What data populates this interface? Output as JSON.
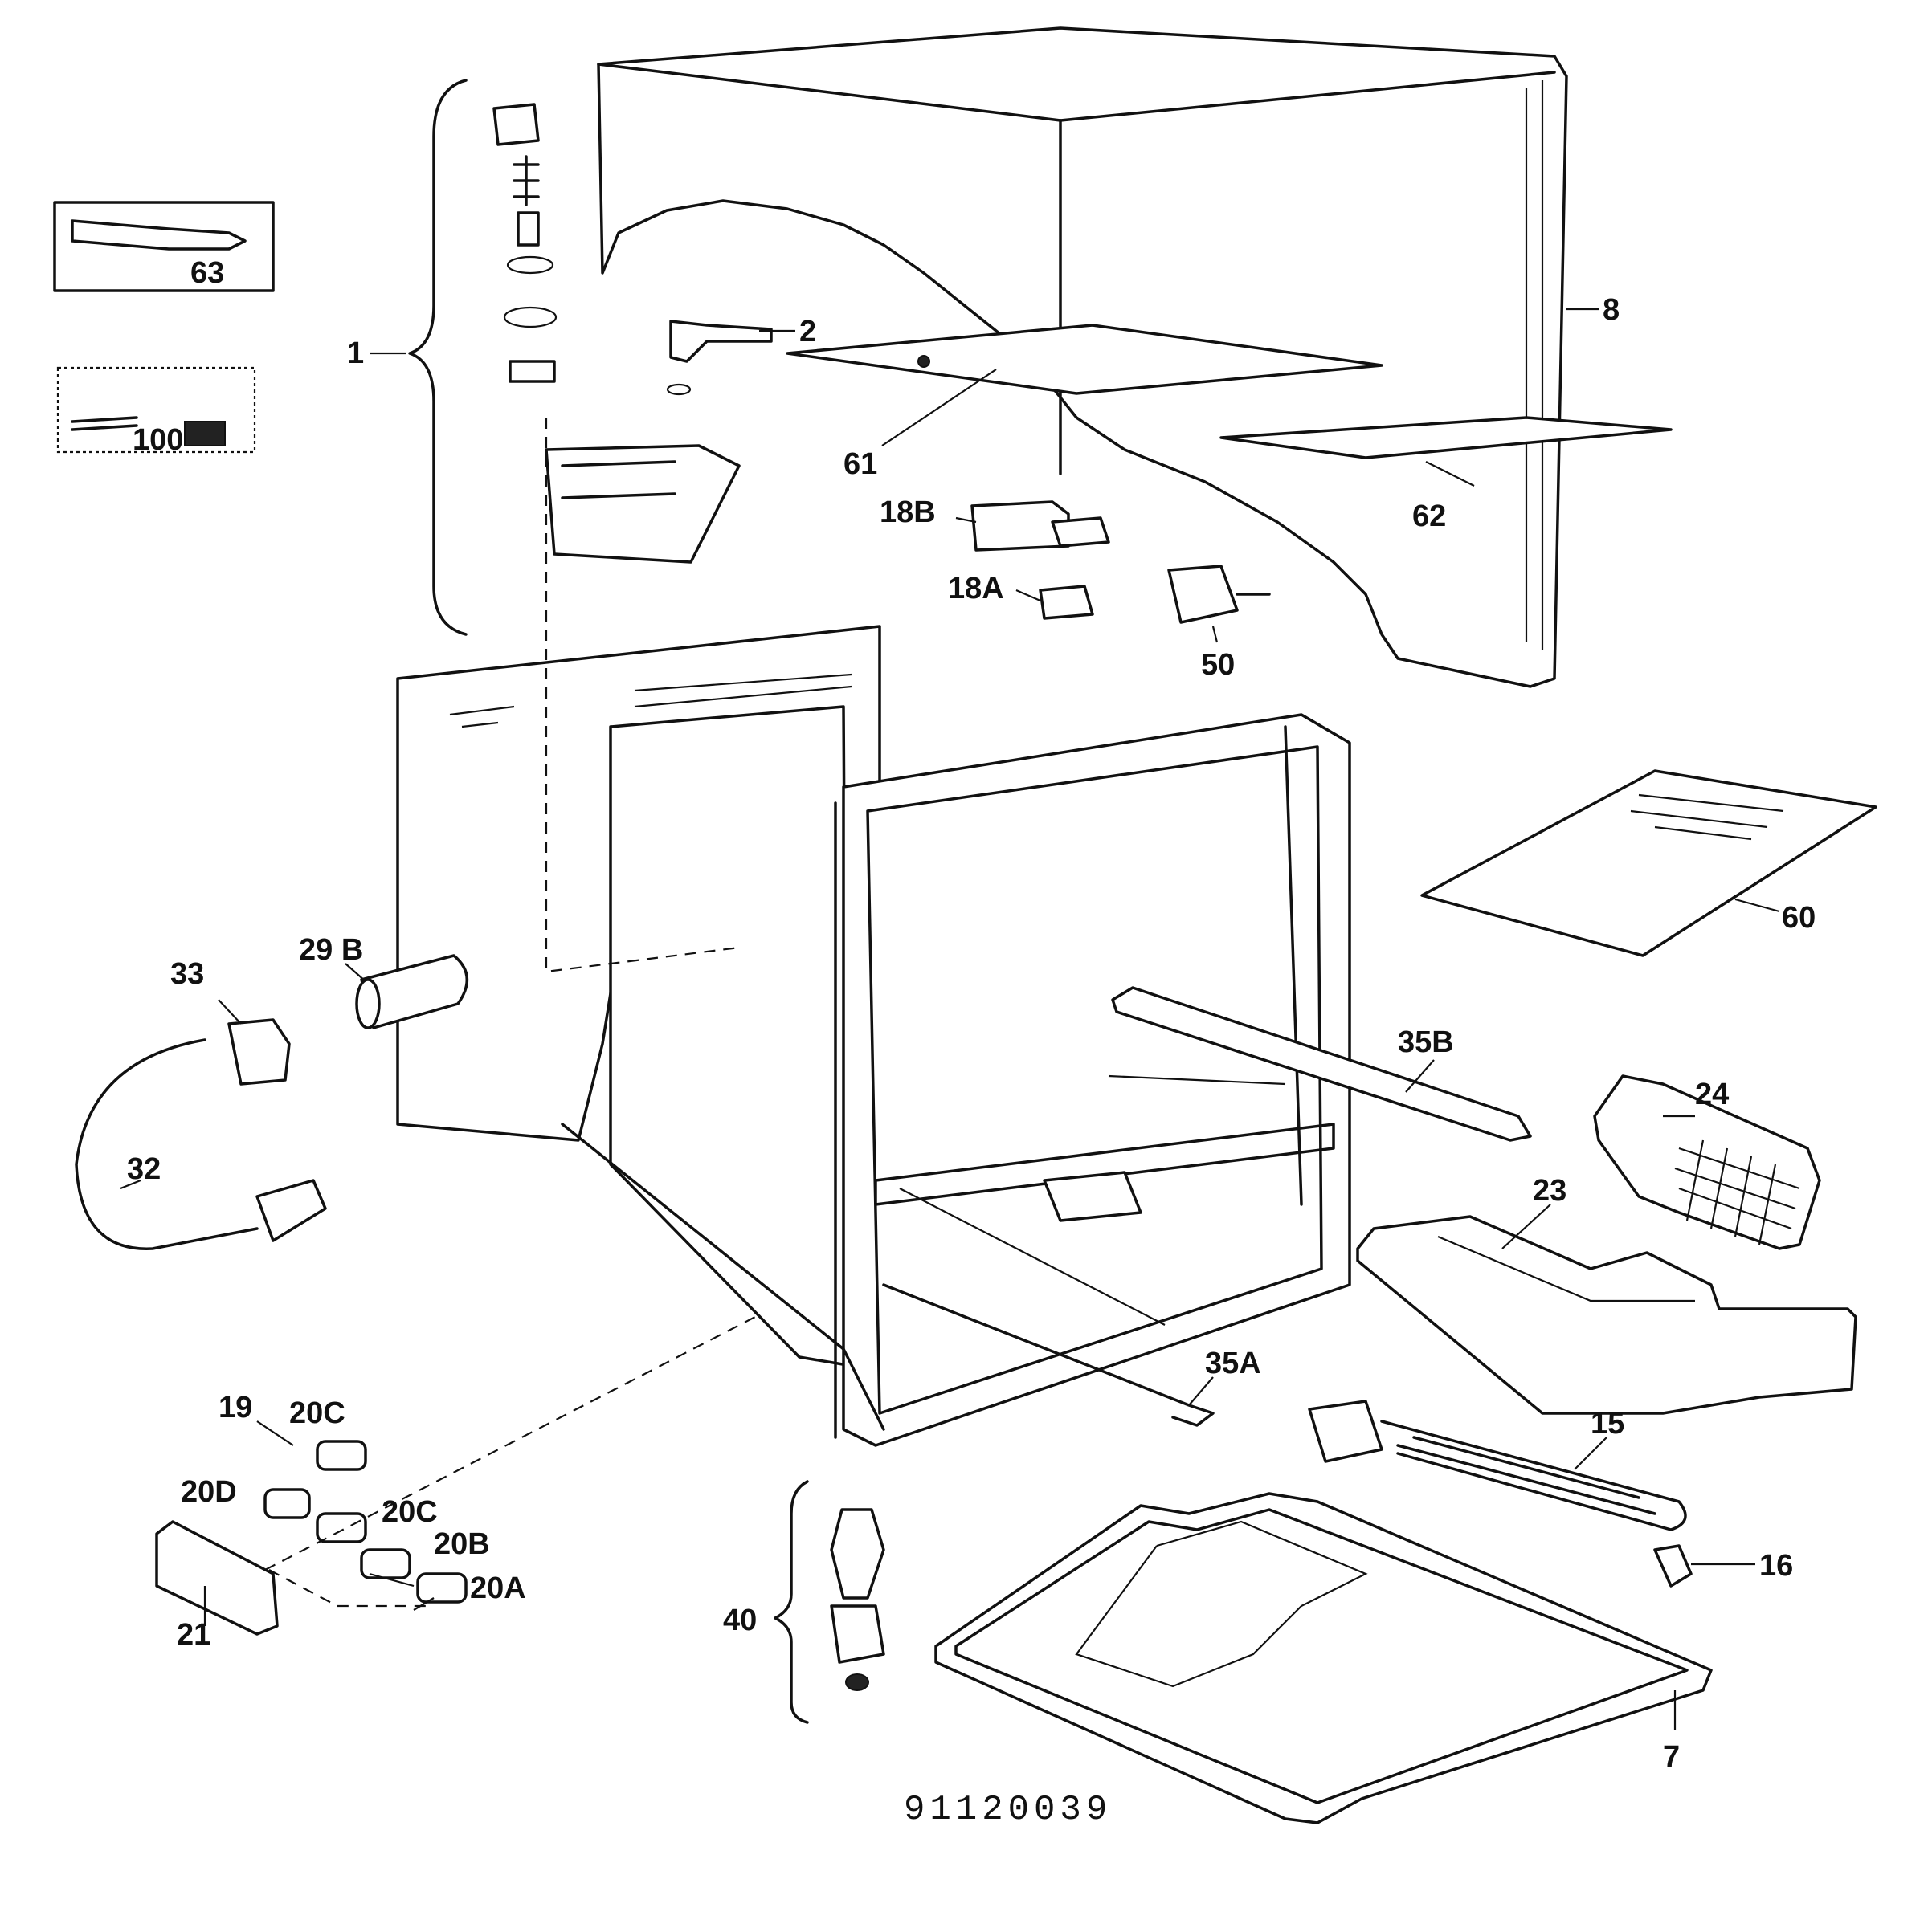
{
  "diagram_code": "91120039",
  "labels": {
    "l1": "1",
    "l2": "2",
    "l7": "7",
    "l8": "8",
    "l15": "15",
    "l16": "16",
    "l18a": "18A",
    "l18b": "18B",
    "l19": "19",
    "l20a": "20A",
    "l20b": "20B",
    "l20c_top": "20C",
    "l20c_mid": "20C",
    "l20d": "20D",
    "l21": "21",
    "l23": "23",
    "l24": "24",
    "l29b": "29 B",
    "l32": "32",
    "l33": "33",
    "l35a": "35A",
    "l35b": "35B",
    "l40": "40",
    "l50": "50",
    "l60": "60",
    "l61": "61",
    "l62": "62",
    "l63": "63",
    "l100": "100"
  }
}
